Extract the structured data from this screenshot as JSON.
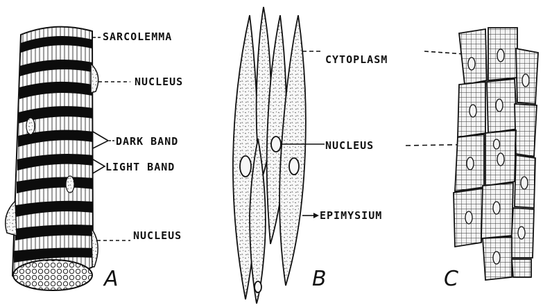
{
  "panels": {
    "a": {
      "letter": "A",
      "labels": {
        "sarcolemma": "SARCOLEMMA",
        "nucleus_top": "NUCLEUS",
        "dark_band": "DARK BAND",
        "light_band": "LIGHT BAND",
        "nucleus_bottom": "NUCLEUS"
      }
    },
    "b": {
      "letter": "B",
      "labels": {
        "cytoplasm": "CYTOPLASM",
        "nucleus": "NUCLEUS",
        "epimysium": "EPIMYSIUM"
      }
    },
    "c": {
      "letter": "C"
    }
  }
}
